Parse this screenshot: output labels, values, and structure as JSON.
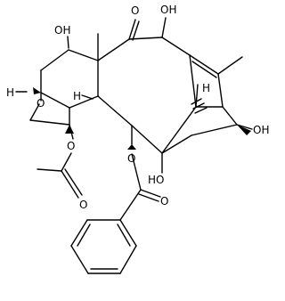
{
  "atom_labels": {
    "oh_top_left": "OH",
    "keto_o": "O",
    "oh_top_right": "OH",
    "ring_o": "O",
    "oh_right": "OH",
    "oh_center": "HO",
    "acetate_o": "O",
    "acetyl_o": "O",
    "benzoate_o": "O",
    "benzoyl_o": "O",
    "h_left": "H",
    "h_center": "H",
    "h_right": "H"
  },
  "colors": {
    "ink": "#000000",
    "background": "#ffffff"
  }
}
